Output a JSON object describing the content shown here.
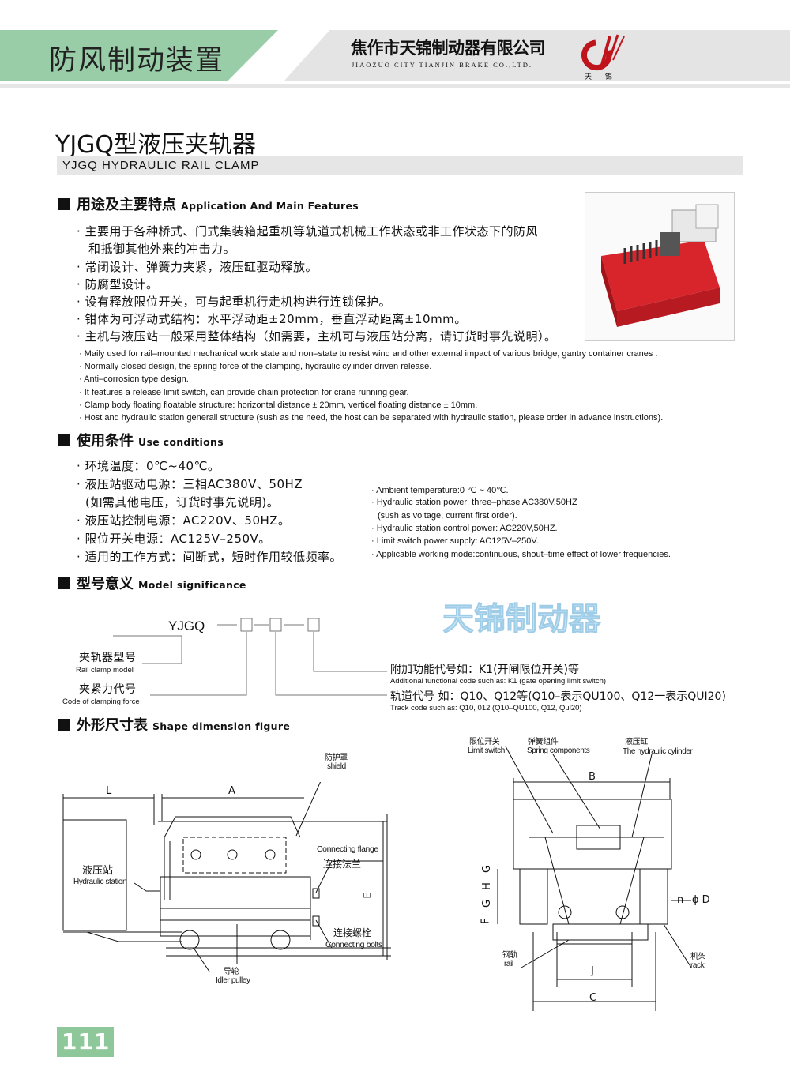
{
  "header": {
    "category": "防风制动装置",
    "company_cn": "焦作市天锦制动器有限公司",
    "company_en": "JIAOZUO CITY TIANJIN BRAKE CO.,LTD.",
    "logo_text": "天 锦"
  },
  "product": {
    "title": "YJGQ型液压夹轨器",
    "subtitle": "YJGQ HYDRAULIC RAIL CLAMP"
  },
  "watermark": "天锦制动器",
  "features": {
    "heading_cn": "用途及主要特点",
    "heading_en": "Application And Main Features",
    "cn": [
      "· 主要用于各种桥式、门式集装箱起重机等轨道式机械工作状态或非工作状态下的防风",
      "和抵御其他外来的冲击力。",
      "· 常闭设计、弹簧力夹紧，液压缸驱动释放。",
      "· 防腐型设计。",
      "· 设有释放限位开关，可与起重机行走机构进行连锁保护。",
      "· 钳体为可浮动式结构：水平浮动距±20mm，垂直浮动距离±10mm。",
      "· 主机与液压站一般采用整体结构（如需要，主机可与液压站分离，请订货时事先说明）。"
    ],
    "en": [
      "· Maily used for rail–mounted mechanical work state and non–state tu resist wind and other external impact of various bridge, gantry container cranes  .",
      "· Normally closed design, the spring force of the clamping, hydraulic cylinder driven release.",
      "· Anti–corrosion type design.",
      "· It features a release limit switch, can provide chain protection for crane running gear.",
      "· Clamp body floating floatable structure: horizontal distance ± 20mm, verticel floating distance ± 10mm.",
      "· Host and hydraulic station generall structure (sush as the need, the host can be separated with hydraulic station, please order in advance instructions)."
    ]
  },
  "conditions": {
    "heading_cn": "使用条件",
    "heading_en": "Use   conditions",
    "cn": [
      "· 环境温度：0℃~40℃。",
      "· 液压站驱动电源：三相AC380V、50HZ",
      "(如需其他电压，订货时事先说明)。",
      "· 液压站控制电源：AC220V、50HZ。",
      "· 限位开关电源：AC125V–250V。",
      "· 适用的工作方式：间断式，短时作用较低频率。"
    ],
    "en": [
      "· Ambient temperature:0 ℃ ~ 40℃.",
      "· Hydraulic station power: three–phase AC380V,50HZ",
      "  (sush as voltage, current first order).",
      "· Hydraulic station control power: AC220V,50HZ.",
      "· Limit switch power supply: AC125V–250V.",
      "· Applicable working mode:continuous, shout–time effect of lower frequencies."
    ]
  },
  "model": {
    "heading_cn": "型号意义",
    "heading_en": "Model significance",
    "code": "YJGQ",
    "rail_model_cn": "夹轨器型号",
    "rail_model_en": "Rail clamp model",
    "force_cn": "夹紧力代号",
    "force_en": "Code of clamping force",
    "extra_cn": "附加功能代号如：K1(开闸限位开关)等",
    "extra_en": "Additional functional code such as: K1 (gate opening limit switch)",
    "track_cn": "轨道代号  如：Q10、Q12等(Q10–表示QU100、Q12一表示QUI20)",
    "track_en": "Track code such as: Q10, 012 (Q10–QU100, Q12, Qul20)"
  },
  "dimensions": {
    "heading_cn": "外形尺寸表",
    "heading_en": "Shape dimension figure",
    "left": {
      "L": "L",
      "A": "A",
      "E": "E",
      "shield_cn": "防护罩",
      "shield_en": "shield",
      "station_cn": "液压站",
      "station_en": "Hydraulic station",
      "flange_en": "Connecting flange",
      "flange_cn": "连接法兰",
      "bolts_cn": "连接螺栓",
      "bolts_en": "Connecting bolts",
      "pulley_cn": "导轮",
      "pulley_en": "Idler pulley"
    },
    "right": {
      "limit_cn": "限位开关",
      "limit_en": "Limit switch",
      "spring_cn": "弹簧组件",
      "spring_en": "Spring components",
      "cyl_cn": "液压缸",
      "cyl_en": "The hydraulic cylinder",
      "B": "B",
      "J": "J",
      "C": "C",
      "F": "F",
      "G1": "G",
      "H": "H",
      "G2": "G",
      "nD": "n– ϕ D",
      "rail_cn": "钢轨",
      "rail_en": "rail",
      "rack_cn": "机架",
      "rack_en": "rack"
    }
  },
  "page_number": "111",
  "colors": {
    "green": "#98cda8",
    "logo_red": "#c0141c",
    "gray": "#e4e4e4"
  }
}
